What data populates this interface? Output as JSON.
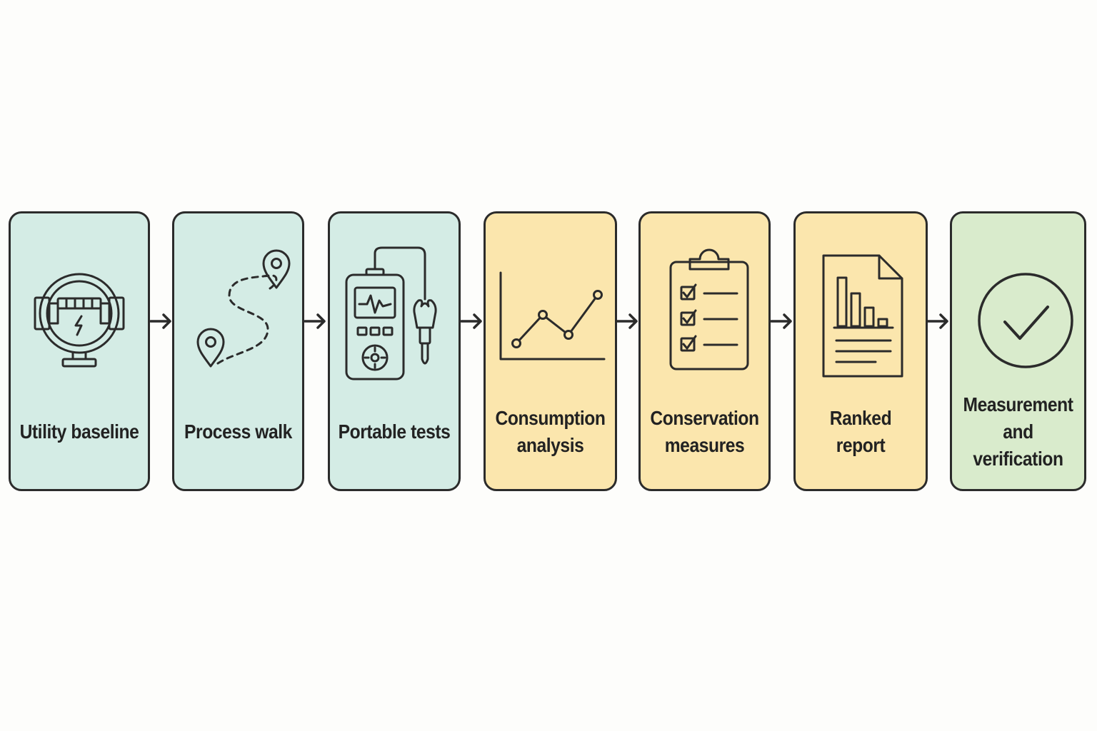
{
  "colors": {
    "stroke": "#2b2b2b",
    "teal_fill": "#d4ece5",
    "yellow_fill": "#fbe6ad",
    "green_fill": "#d9ebcc"
  },
  "steps": [
    {
      "lines": [
        "Utility baseline"
      ],
      "icon": "utility-meter-icon",
      "fill": "teal"
    },
    {
      "lines": [
        "Process walk"
      ],
      "icon": "route-map-pins-icon",
      "fill": "teal"
    },
    {
      "lines": [
        "Portable tests"
      ],
      "icon": "portable-tester-probe-icon",
      "fill": "teal"
    },
    {
      "lines": [
        "Consumption",
        "analysis"
      ],
      "icon": "line-chart-icon",
      "fill": "yellow"
    },
    {
      "lines": [
        "Conservation",
        "measures"
      ],
      "icon": "clipboard-checklist-icon",
      "fill": "yellow"
    },
    {
      "lines": [
        "Ranked report"
      ],
      "icon": "bar-chart-document-icon",
      "fill": "yellow"
    },
    {
      "lines": [
        "Measurement",
        "and verification"
      ],
      "icon": "check-circle-icon",
      "fill": "green"
    }
  ],
  "connectors": [
    "arrow-right-icon",
    "arrow-right-icon",
    "arrow-right-icon",
    "arrow-right-icon",
    "arrow-right-icon",
    "arrow-right-icon"
  ]
}
